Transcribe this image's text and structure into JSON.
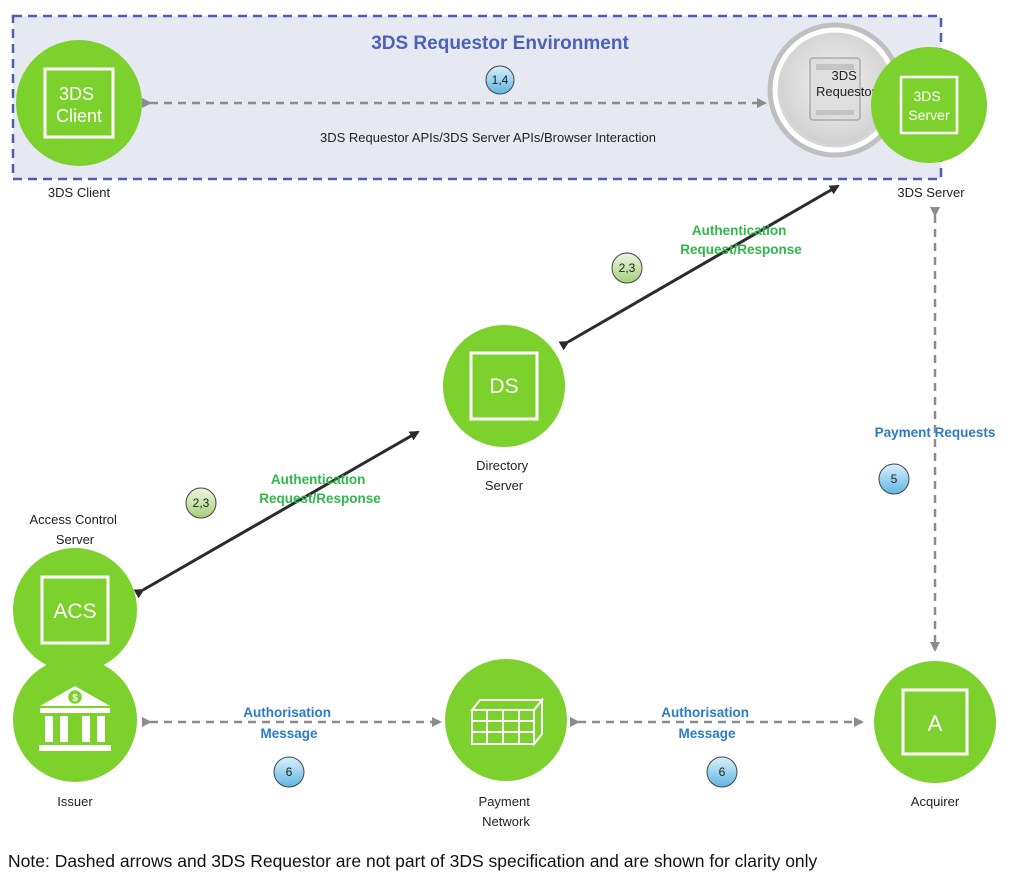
{
  "environment": {
    "title": "3DS Requestor Environment"
  },
  "nodes": {
    "client": {
      "icon_lines": [
        "3DS",
        "Client"
      ],
      "caption": [
        "3DS Client"
      ]
    },
    "requestor": {
      "icon_lines": [
        "3DS",
        "Requestor"
      ]
    },
    "server": {
      "icon_lines": [
        "3DS",
        "Server"
      ],
      "caption": [
        "3DS Server"
      ]
    },
    "ds": {
      "icon_lines": [
        "DS"
      ],
      "caption": [
        "Directory",
        "Server"
      ]
    },
    "acs": {
      "icon_lines": [
        "ACS"
      ],
      "caption": [
        "Access Control",
        "Server"
      ]
    },
    "issuer": {
      "icon": "bank-icon",
      "caption": [
        "Issuer"
      ]
    },
    "network": {
      "icon": "payment-network-icon",
      "caption": [
        "Payment",
        "Network"
      ]
    },
    "acquirer": {
      "icon_lines": [
        "A"
      ],
      "caption": [
        "Acquirer"
      ]
    }
  },
  "connections": {
    "client_requestor": {
      "label": [
        "3DS Requestor APIs/3DS Server APIs/Browser Interaction"
      ],
      "badge": "1,4"
    },
    "server_ds": {
      "label": [
        "Authentication",
        "Request/Response"
      ],
      "badge": "2,3"
    },
    "ds_acs": {
      "label": [
        "Authentication",
        "Request/Response"
      ],
      "badge": "2,3"
    },
    "server_acquirer": {
      "label": [
        "Payment Requests"
      ],
      "badge": "5"
    },
    "issuer_network": {
      "label": [
        "Authorisation",
        "Message"
      ],
      "badge": "6"
    },
    "network_acquirer": {
      "label": [
        "Authorisation",
        "Message"
      ],
      "badge": "6"
    }
  },
  "note": "Note: Dashed arrows and 3DS Requestor are not part of 3DS specification and are shown for clarity only",
  "colors": {
    "node_green": "#7dd12c",
    "env_fill": "#e6e8f2",
    "env_border": "#4a5fb3",
    "label_green": "#2fb84a",
    "label_blue": "#2a7cc7",
    "badge_blue": "#8fcfee",
    "badge_green": "#c4e0a2"
  }
}
